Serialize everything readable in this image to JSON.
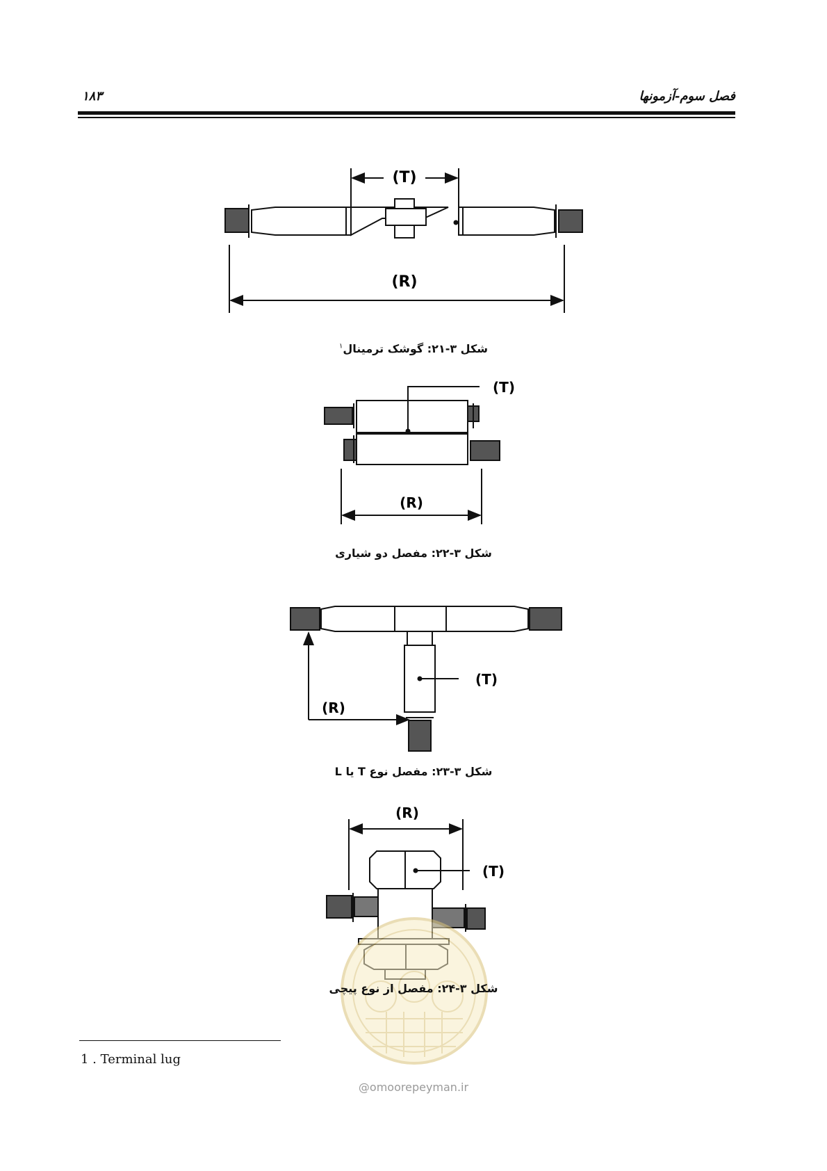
{
  "header": {
    "page_number": "۱۸۳",
    "chapter_title": "فصل سوم-آزمونها"
  },
  "figures": [
    {
      "caption": "شکل ۳-۲۱: گوشک ترمینال",
      "footnote_mark": "۱",
      "label_t": "(T)",
      "label_r": "(R)"
    },
    {
      "caption": "شکل ۳-۲۲: مفصل دو شیاری",
      "label_t": "(T)",
      "label_r": "(R)"
    },
    {
      "caption": "شکل ۳-۲۳: مفصل نوع T یا L",
      "label_t": "(T)",
      "label_r": "(R)"
    },
    {
      "caption": "شکل ۳-۲۴: مفصل از نوع پیچی",
      "label_t": "(T)",
      "label_r": "(R)"
    }
  ],
  "footnote": {
    "text": "1 . Terminal lug"
  },
  "watermark": {
    "site": "@omoorepeyman.ir"
  }
}
